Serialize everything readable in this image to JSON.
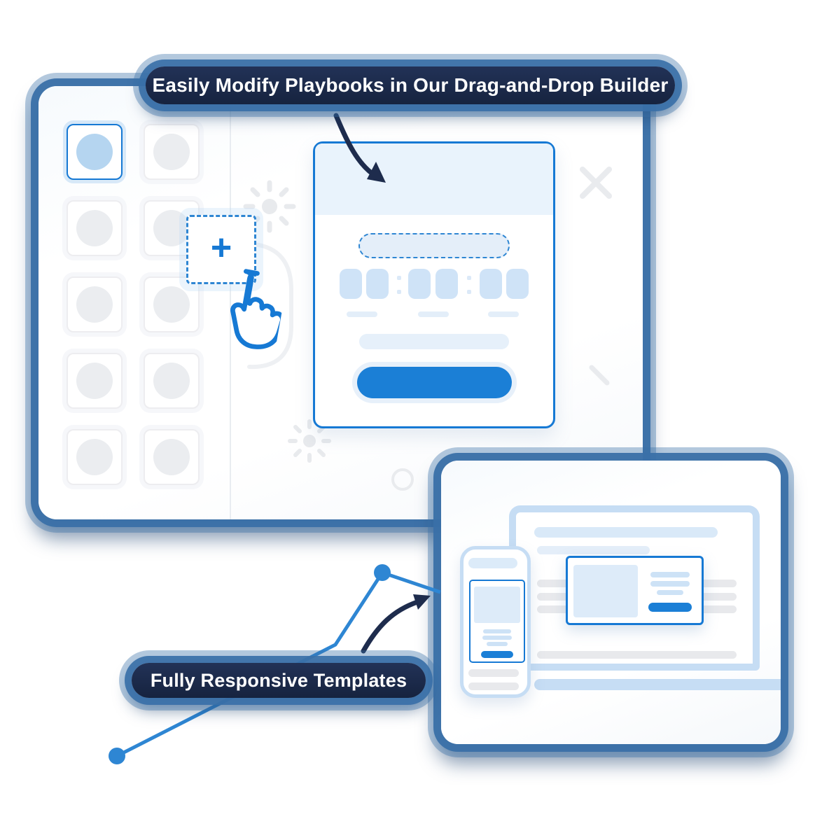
{
  "banners": {
    "top": {
      "label": "Easily Modify Playbooks in Our Drag-and-Drop Builder"
    },
    "bottom": {
      "label": "Fully Responsive Templates"
    }
  },
  "builder_panel": {
    "sidebar": {
      "tile_count": 10,
      "selected_index": 0
    },
    "plus_label": "+",
    "form_card": {
      "timer_groups": 3,
      "blocks_per_group": 2
    }
  },
  "theme": {
    "accent": "#1679d4",
    "button_blue": "#1b7fd6",
    "navy": "#16233f",
    "glow_blue": "#3a70a8",
    "frame_blue": "#c6ddf4",
    "block_blue": "#cfe3f7",
    "pale_blue": "#e6f0fa",
    "header_blue": "#e9f3fc",
    "selected_circle_blue": "#b5d5f0",
    "gray_fill": "#e8e9ec",
    "gray_line": "#e9ebee"
  }
}
